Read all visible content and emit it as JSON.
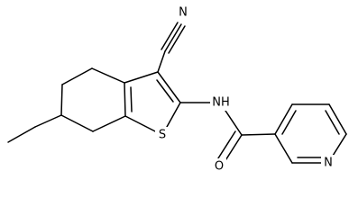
{
  "molecule": {
    "atoms": {
      "nitrile_n": "N",
      "amide_nh": "NH",
      "thiophene_s": "S",
      "carbonyl_o": "O",
      "pyridine_n": "N"
    }
  }
}
